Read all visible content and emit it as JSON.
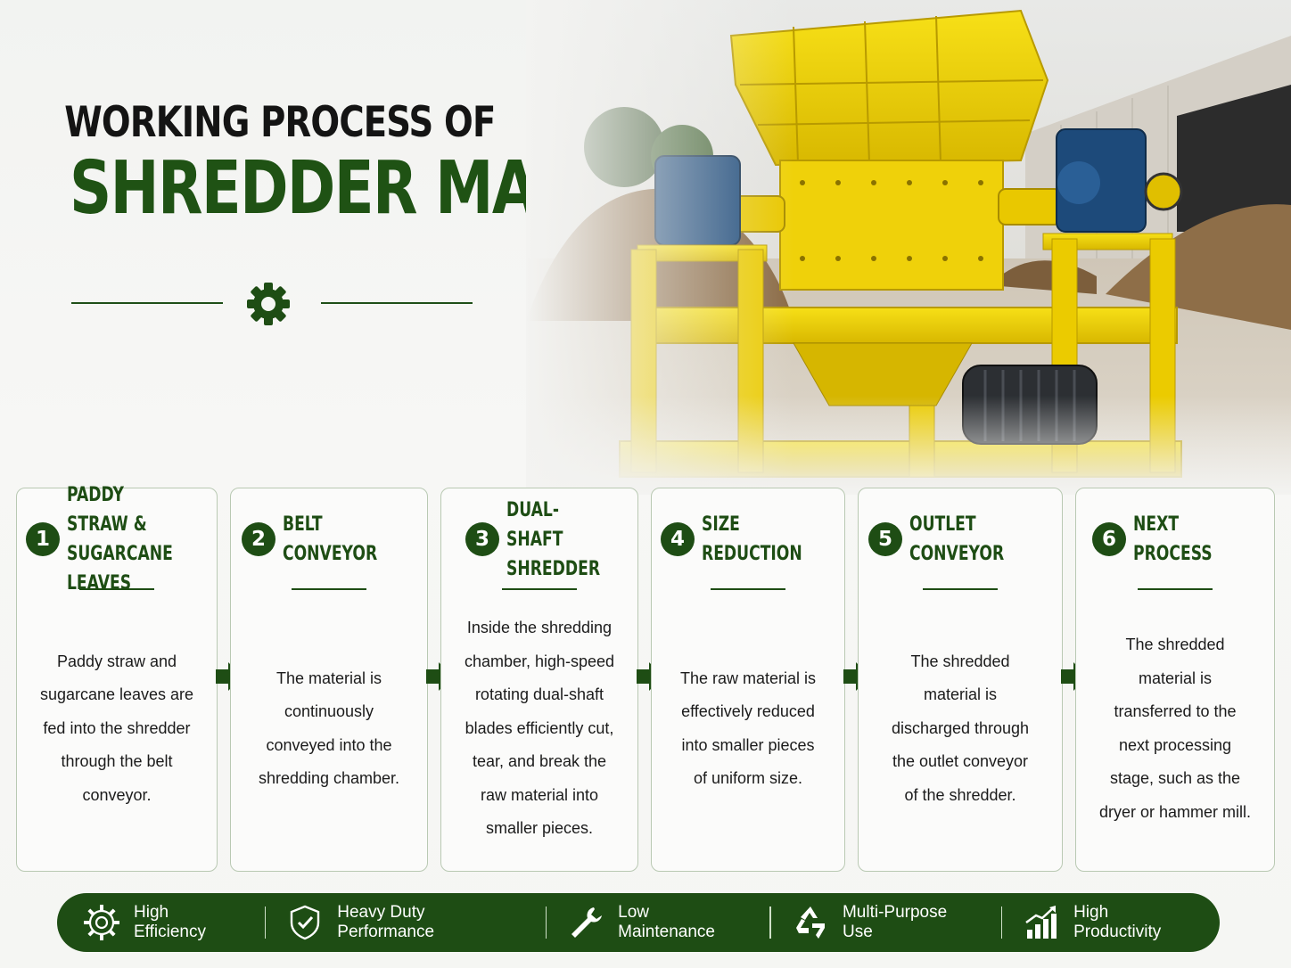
{
  "title": {
    "line1": "WORKING PROCESS OF",
    "line2": "SHREDDER MACHINE"
  },
  "colors": {
    "brand_green": "#1e4d14",
    "machine_yellow": "#f2d600",
    "gearbox_blue": "#1d4a7a"
  },
  "divider_icon": "gear-icon",
  "steps": [
    {
      "number": "1",
      "title": "PADDY STRAW &\nSUGARCANE LEAVES",
      "body": "Paddy straw and\nsugarcane leaves are\nfed into the shredder\nthrough the belt\nconveyor."
    },
    {
      "number": "2",
      "title": "BELT CONVEYOR",
      "body": "The material is\ncontinuously\nconveyed into the\nshredding chamber."
    },
    {
      "number": "3",
      "title": "DUAL-SHAFT\nSHREDDER",
      "body": "Inside the shredding\nchamber, high-speed\nrotating dual-shaft\nblades efficiently cut,\ntear, and break the\nraw material into\nsmaller pieces."
    },
    {
      "number": "4",
      "title": "SIZE REDUCTION",
      "body": "The raw material is\neffectively reduced\ninto smaller pieces\nof uniform size."
    },
    {
      "number": "5",
      "title": "OUTLET CONVEYOR",
      "body": "The shredded\nmaterial is\ndischarged through\nthe outlet conveyor\nof the shredder."
    },
    {
      "number": "6",
      "title": "NEXT PROCESS",
      "body": "The shredded\nmaterial is\ntransferred to the\nnext processing\nstage, such as the\ndryer or hammer mill."
    }
  ],
  "features": [
    {
      "icon": "gear-icon",
      "label": "High Efficiency"
    },
    {
      "icon": "shield-check-icon",
      "label": "Heavy Duty Performance"
    },
    {
      "icon": "wrench-icon",
      "label": "Low Maintenance"
    },
    {
      "icon": "recycle-icon",
      "label": "Multi-Purpose Use"
    },
    {
      "icon": "bar-chart-up-icon",
      "label": "High Productivity"
    }
  ]
}
